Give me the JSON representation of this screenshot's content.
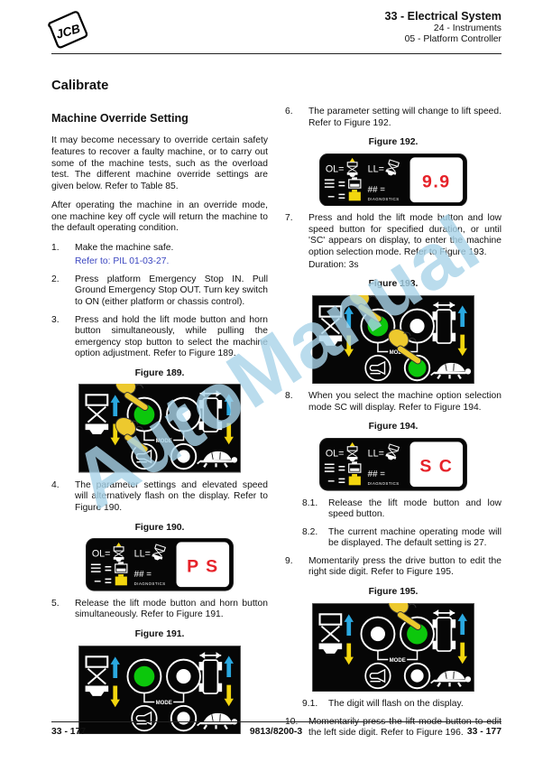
{
  "header": {
    "brand": "JCB",
    "title": "33 - Electrical System",
    "subtitle1": "24 - Instruments",
    "subtitle2": "05 - Platform Controller"
  },
  "footer": {
    "left": "33 - 177",
    "center": "9813/8200-3",
    "right": "33 - 177"
  },
  "watermark": "AutoManual",
  "content": {
    "h1": "Calibrate",
    "h2": "Machine Override Setting",
    "para1": "It may become necessary to override certain safety features to recover a faulty machine, or to carry out some of the machine tests, such as the overload test. The different machine override settings are given below. Refer to Table 85.",
    "para2": "After operating the machine in an override mode, one machine key off cycle will return the machine to the default operating condition."
  },
  "steps": {
    "s1": {
      "num": "1.",
      "text": "Make the machine safe.",
      "link": "Refer to: PIL 01-03-27."
    },
    "s2": {
      "num": "2.",
      "text": "Press platform Emergency Stop IN. Pull Ground Emergency Stop OUT. Turn key switch to ON (either platform or chassis control)."
    },
    "s3": {
      "num": "3.",
      "text": "Press and hold the lift mode button and horn button simultaneously, while pulling the emergency stop button to select the machine option adjustment. Refer to Figure 189."
    },
    "s4": {
      "num": "4.",
      "text": "The parameter settings and elevated speed will alternatively flash on the display. Refer to Figure 190."
    },
    "s5": {
      "num": "5.",
      "text": "Release the lift mode button and horn button simultaneously. Refer to Figure 191."
    },
    "s6": {
      "num": "6.",
      "text": "The parameter setting will change to lift speed. Refer to Figure 192."
    },
    "s7": {
      "num": "7.",
      "text": "Press and hold the lift mode button and low speed button for specified duration, or until 'SC' appears on display, to enter the machine option selection mode. Refer to Figure 193.",
      "note": "Duration: 3s"
    },
    "s8": {
      "num": "8.",
      "text": "When you select the machine option selection mode SC will display. Refer to Figure 194."
    },
    "s8_1": {
      "num": "8.1.",
      "text": "Release the lift mode button and low speed button."
    },
    "s8_2": {
      "num": "8.2.",
      "text": "The current machine operating mode will be displayed. The default setting is 27."
    },
    "s9": {
      "num": "9.",
      "text": "Momentarily press the drive button to edit the right side digit. Refer to Figure 195."
    },
    "s9_1": {
      "num": "9.1.",
      "text": "The digit will flash on the display."
    },
    "s10": {
      "num": "10.",
      "text": "Momentarily press the lift mode button to edit the left side digit. Refer to Figure 196."
    }
  },
  "figures": {
    "f189": {
      "caption": "Figure 189.",
      "type": "panel",
      "buttons": {
        "lift": "green",
        "drive": "white",
        "low": "white"
      },
      "hands": [
        "lift",
        "horn"
      ]
    },
    "f190": {
      "caption": "Figure 190.",
      "type": "display",
      "value": "P S"
    },
    "f191": {
      "caption": "Figure 191.",
      "type": "panel",
      "buttons": {
        "lift": "green",
        "drive": "white",
        "low": "white"
      },
      "hands": []
    },
    "f192": {
      "caption": "Figure 192.",
      "type": "display",
      "value": "9.9"
    },
    "f193": {
      "caption": "Figure 193.",
      "type": "panel",
      "buttons": {
        "lift": "green",
        "drive": "white",
        "low": "green"
      },
      "hands": [
        "lift",
        "low"
      ]
    },
    "f194": {
      "caption": "Figure 194.",
      "type": "display",
      "value": "S C"
    },
    "f195": {
      "caption": "Figure 195.",
      "type": "panel",
      "buttons": {
        "lift": "white",
        "drive": "green",
        "low": "white"
      },
      "hands": [
        "drive"
      ]
    }
  },
  "figure_labels": {
    "mode": "MODE",
    "ol": "OL=",
    "ll": "LL=",
    "hash": "## =",
    "diagnostics": "DIAGNOSTICS"
  },
  "colors": {
    "green": "#0cc70c",
    "blue": "#2aa8e0",
    "yellow": "#f3d60e",
    "hand": "#edc92e",
    "red": "#e62229",
    "link": "#3b46c0",
    "watermark": "#a9d4e9"
  }
}
